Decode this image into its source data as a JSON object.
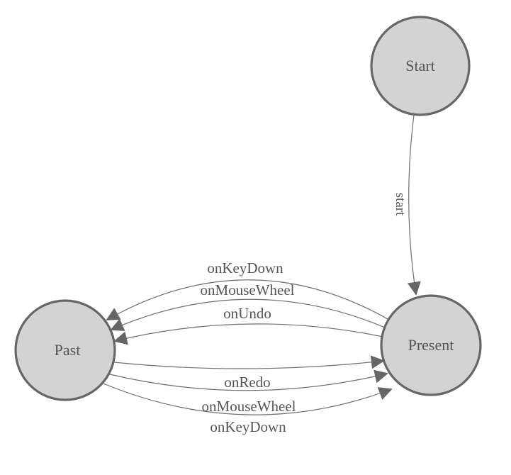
{
  "diagram": {
    "kind": "state-machine",
    "nodes": [
      {
        "id": "start",
        "label": "Start"
      },
      {
        "id": "past",
        "label": "Past"
      },
      {
        "id": "present",
        "label": "Present"
      }
    ],
    "edges": [
      {
        "from": "Start",
        "to": "Present",
        "label": "start"
      },
      {
        "from": "Present",
        "to": "Past",
        "label": "onKeyDown"
      },
      {
        "from": "Present",
        "to": "Past",
        "label": "onMouseWheel"
      },
      {
        "from": "Present",
        "to": "Past",
        "label": "onUndo"
      },
      {
        "from": "Past",
        "to": "Present",
        "label": "onRedo"
      },
      {
        "from": "Past",
        "to": "Present",
        "label": "onMouseWheel"
      },
      {
        "from": "Past",
        "to": "Present",
        "label": "onKeyDown"
      }
    ],
    "colors": {
      "background": "#ffffff",
      "node_fill": "#d3d3d3",
      "node_stroke": "#666666",
      "edge_line": "#6e6e6e",
      "arrowhead": "#666666",
      "text": "#555555"
    }
  }
}
